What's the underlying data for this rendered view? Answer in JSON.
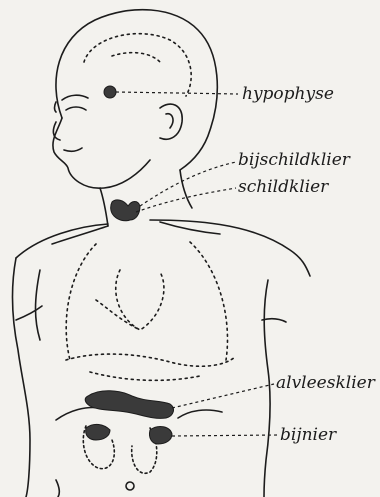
{
  "labels": {
    "hypophyse": "hypophyse",
    "bijschildklier": "bijschildklier",
    "schildklier": "schildklier",
    "alvleesklier": "alvleesklier",
    "bijnier": "bijnier"
  },
  "colors": {
    "ink": "#1c1c1c",
    "gland_fill": "#3a3a3a",
    "paper": "#f3f2ee"
  }
}
